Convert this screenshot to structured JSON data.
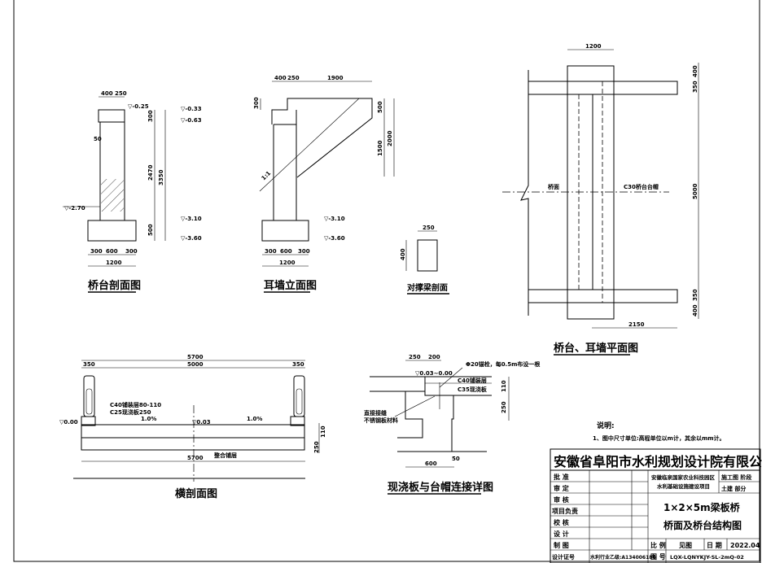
{
  "abutment_section": {
    "title": "桥台剖面图",
    "dims_top": [
      "400",
      "250"
    ],
    "elev": [
      "▽-0.25",
      "▽-0.33",
      "▽-0.63",
      "▽-3.10",
      "▽-3.60",
      "▽-2.70"
    ],
    "dims_v": [
      "300",
      "2470",
      "500",
      "3350",
      "50"
    ],
    "dims_bottom": [
      "300",
      "600",
      "300",
      "1200"
    ]
  },
  "ear_wall": {
    "title": "耳墙立面图",
    "dims_top": [
      "400",
      "250",
      "1900"
    ],
    "dims_v": [
      "300",
      "500",
      "1500",
      "2000"
    ],
    "slope": "1:1",
    "elev": [
      "▽-3.10",
      "▽-3.60"
    ],
    "dims_bottom": [
      "300",
      "600",
      "300",
      "1200"
    ]
  },
  "strut_beam": {
    "title": "对撑梁剖面",
    "dims": [
      "250",
      "400"
    ]
  },
  "plan": {
    "title": "桥台、耳墙平面图",
    "dims": [
      "1200",
      "400",
      "350",
      "5000",
      "350",
      "400",
      "2150"
    ],
    "labels": [
      "桥面",
      "C30桥台台帽"
    ]
  },
  "cross_section": {
    "title": "横剖面图",
    "dims": [
      "5700",
      "350",
      "5000",
      "350",
      "5700",
      "110",
      "250"
    ],
    "labels": [
      "C40铺装层80-110",
      "C25现浇板250",
      "1.0%",
      "1.0%",
      "▽0.00",
      "▽0.03",
      "整合铺层"
    ]
  },
  "detail": {
    "title": "现浇板与台帽连接详图",
    "dims": [
      "250",
      "200",
      "110",
      "250",
      "600",
      "50"
    ],
    "labels": [
      "▽0.03~0.00",
      "Φ20锚栓，每0.5m布设一根",
      "C40铺装层",
      "C35现浇板",
      "直接接缝",
      "不锈钢板材料"
    ]
  },
  "notes": {
    "heading": "说明:",
    "items": [
      "1、图中尺寸单位:高程单位以m计，其余以mm计。"
    ]
  },
  "title_block": {
    "company": "安徽省阜阳市水利规划设计院有限公司",
    "roles": [
      "批  准",
      "审  定",
      "审  核",
      "项目负责",
      "校  核",
      "设  计",
      "制  图"
    ],
    "project": [
      "安徽临泉国家农业科技园区",
      "水利基础设施建设项目"
    ],
    "phase": [
      "施工图 阶段",
      "土建  部分"
    ],
    "drawing_title": [
      "1×2×5m梁板桥",
      "桥面及桥台结构图"
    ],
    "scale_label": "比 例",
    "scale_value": "见图",
    "date_label": "日 期",
    "date_value": "2022.04",
    "cert_label": "设计证号",
    "cert_value": "水利行业乙级:A134006186",
    "no_label": "图 号",
    "no_value": "LQX-LQNYKJY-SL-2mQ-02"
  }
}
